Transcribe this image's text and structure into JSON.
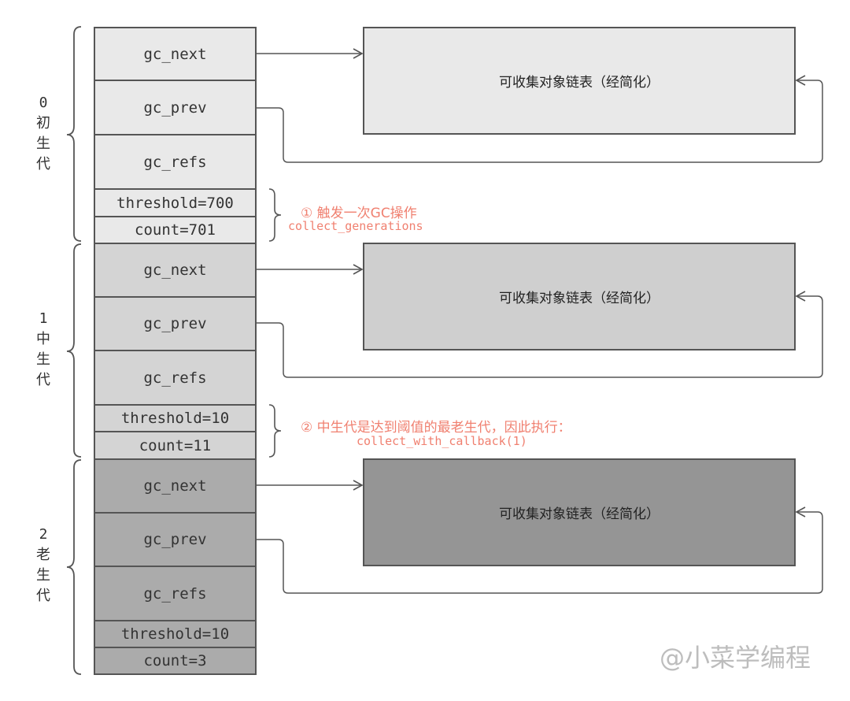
{
  "generations": [
    {
      "label": {
        "num": "0",
        "c1": "初",
        "c2": "生",
        "c3": "代"
      },
      "fields": {
        "gc_next": "gc_next",
        "gc_prev": "gc_prev",
        "gc_refs": "gc_refs",
        "threshold": "threshold=700",
        "count": "count=701"
      },
      "list_label": "可收集对象链表（经简化）"
    },
    {
      "label": {
        "num": "1",
        "c1": "中",
        "c2": "生",
        "c3": "代"
      },
      "fields": {
        "gc_next": "gc_next",
        "gc_prev": "gc_prev",
        "gc_refs": "gc_refs",
        "threshold": "threshold=10",
        "count": "count=11"
      },
      "list_label": "可收集对象链表（经简化）"
    },
    {
      "label": {
        "num": "2",
        "c1": "老",
        "c2": "生",
        "c3": "代"
      },
      "fields": {
        "gc_next": "gc_next",
        "gc_prev": "gc_prev",
        "gc_refs": "gc_refs",
        "threshold": "threshold=10",
        "count": "count=3"
      },
      "list_label": "可收集对象链表（经简化）"
    }
  ],
  "notes": [
    {
      "text": "① 触发一次GC操作",
      "code": "collect_generations"
    },
    {
      "text": "② 中生代是达到阈值的最老生代，因此执行：",
      "code": "collect_with_callback(1)"
    }
  ],
  "watermark": "@小菜学编程",
  "colors": {
    "gen0_fill": "#e9e9e9",
    "gen1_fill": "#d4d4d4",
    "gen2_fill": "#ababab",
    "list0_fill": "#e9e9e9",
    "list1_fill": "#cfcfcf",
    "list2_fill": "#959595",
    "note": "#f08070",
    "stroke": "#555555"
  }
}
